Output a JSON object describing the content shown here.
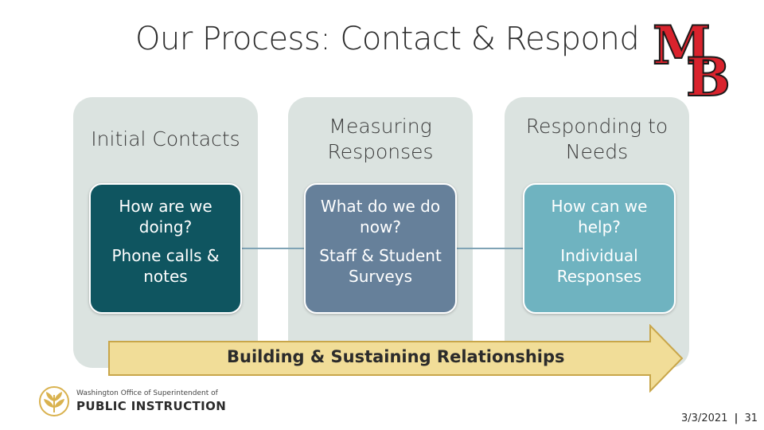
{
  "slide": {
    "title": "Our Process: Contact & Respond"
  },
  "logo": {
    "letters": "MB"
  },
  "columns": [
    {
      "heading": "Initial Contacts",
      "question": "How are we doing?",
      "answer": "Phone calls & notes"
    },
    {
      "heading": "Measuring Responses",
      "question": "What do we do now?",
      "answer": "Staff & Student Surveys"
    },
    {
      "heading": "Responding to Needs",
      "question": "How can we help?",
      "answer": "Individual Responses"
    }
  ],
  "arrow": {
    "label": "Building & Sustaining Relationships"
  },
  "ospi": {
    "small": "Washington Office of Superintendent of",
    "big": "PUBLIC INSTRUCTION"
  },
  "footer": {
    "date": "3/3/2021",
    "separator": "|",
    "page": "31"
  },
  "colors": {
    "column_bg": "#dbe3e0",
    "box1": "#0f5560",
    "box2": "#66809a",
    "box3": "#6fb3c0",
    "arrow_fill": "#f1dd98",
    "arrow_stroke": "#c8a64a",
    "logo_red": "#d9232d"
  }
}
